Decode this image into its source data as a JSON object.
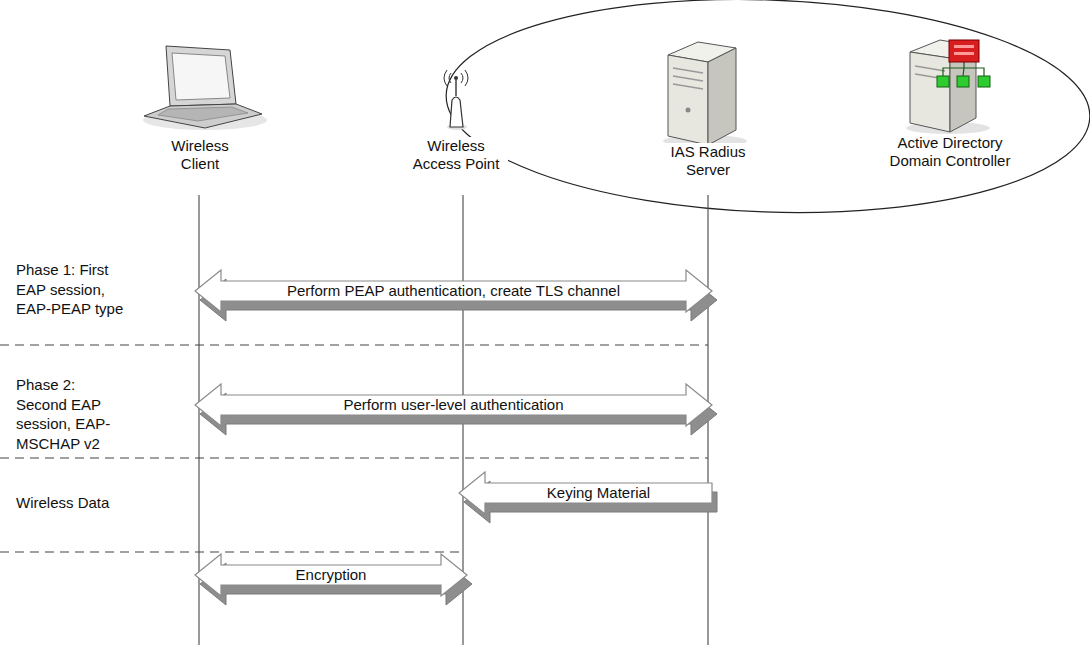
{
  "diagram": {
    "nodes": [
      {
        "text": [
          "Wireless Client"
        ]
      },
      {
        "text": [
          "Wireless Access Point"
        ]
      },
      {
        "text": [
          "IAS Radius Server"
        ]
      },
      {
        "text": [
          "Active Directory Domain Controller"
        ]
      }
    ],
    "edges": [
      {
        "from": 0,
        "to": 2,
        "arrow": "both",
        "label": "Perform PEAP authentication, create TLS channel"
      },
      {
        "from": 0,
        "to": 2,
        "arrow": "both",
        "label": "Perform user-level authentication"
      },
      {
        "from": 2,
        "to": 1,
        "arrow": "to",
        "label": "Keying Material"
      },
      {
        "from": 0,
        "to": 1,
        "arrow": "both",
        "label": "Encryption"
      }
    ],
    "labels": [
      "Phase 1: First EAP session, EAP-PEAP type",
      "Phase 2: Second EAP session, EAP-MSCHAP v2",
      "Wireless Data"
    ]
  }
}
